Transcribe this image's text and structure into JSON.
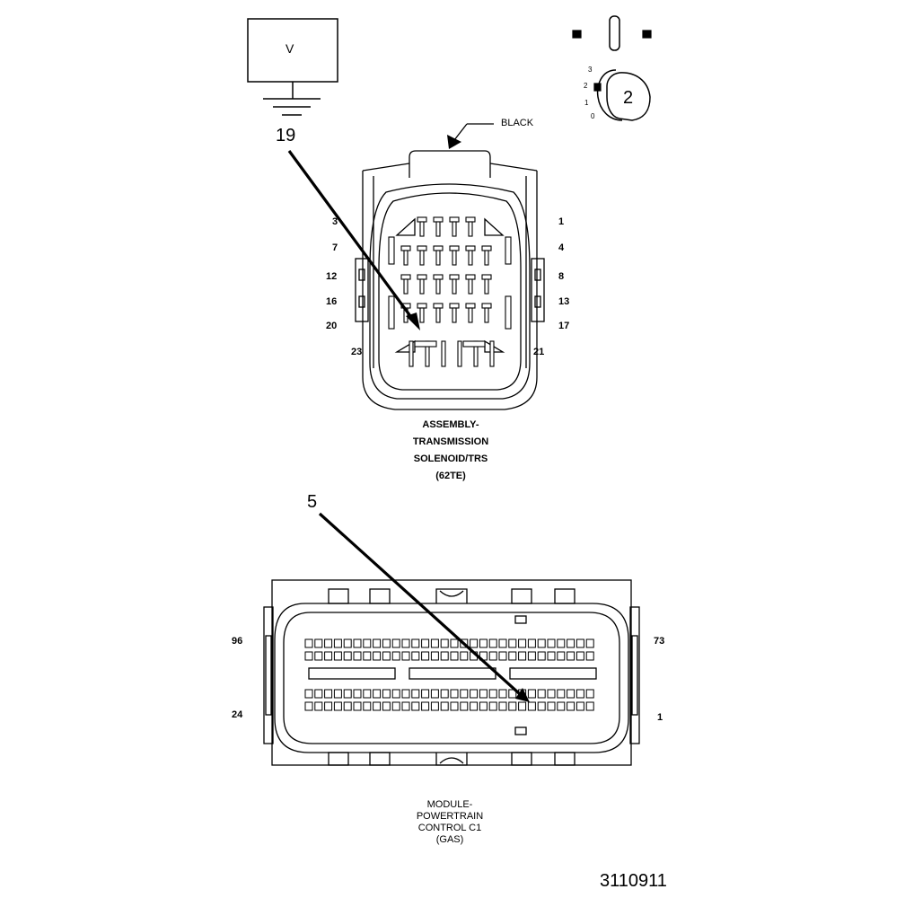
{
  "meter": {
    "symbol": "V"
  },
  "selector": {
    "position_labels": [
      "3",
      "2",
      "1",
      "0"
    ],
    "selected": "2"
  },
  "transmission_connector": {
    "callout": "19",
    "color_label": "BLACK",
    "cavity_labels_left": [
      "3",
      "7",
      "12",
      "16",
      "20",
      "23"
    ],
    "cavity_labels_right": [
      "1",
      "4",
      "8",
      "13",
      "17",
      "21"
    ],
    "caption": [
      "ASSEMBLY-",
      "TRANSMISSION",
      "SOLENOID/TRS",
      "(62TE)"
    ]
  },
  "pcm_connector": {
    "callout": "5",
    "cavity_labels_left": [
      "96",
      "24"
    ],
    "cavity_labels_right": [
      "73",
      "1"
    ],
    "caption": [
      "MODULE-",
      "POWERTRAIN",
      "CONTROL C1",
      "(GAS)"
    ]
  },
  "figure_number": "3110911"
}
